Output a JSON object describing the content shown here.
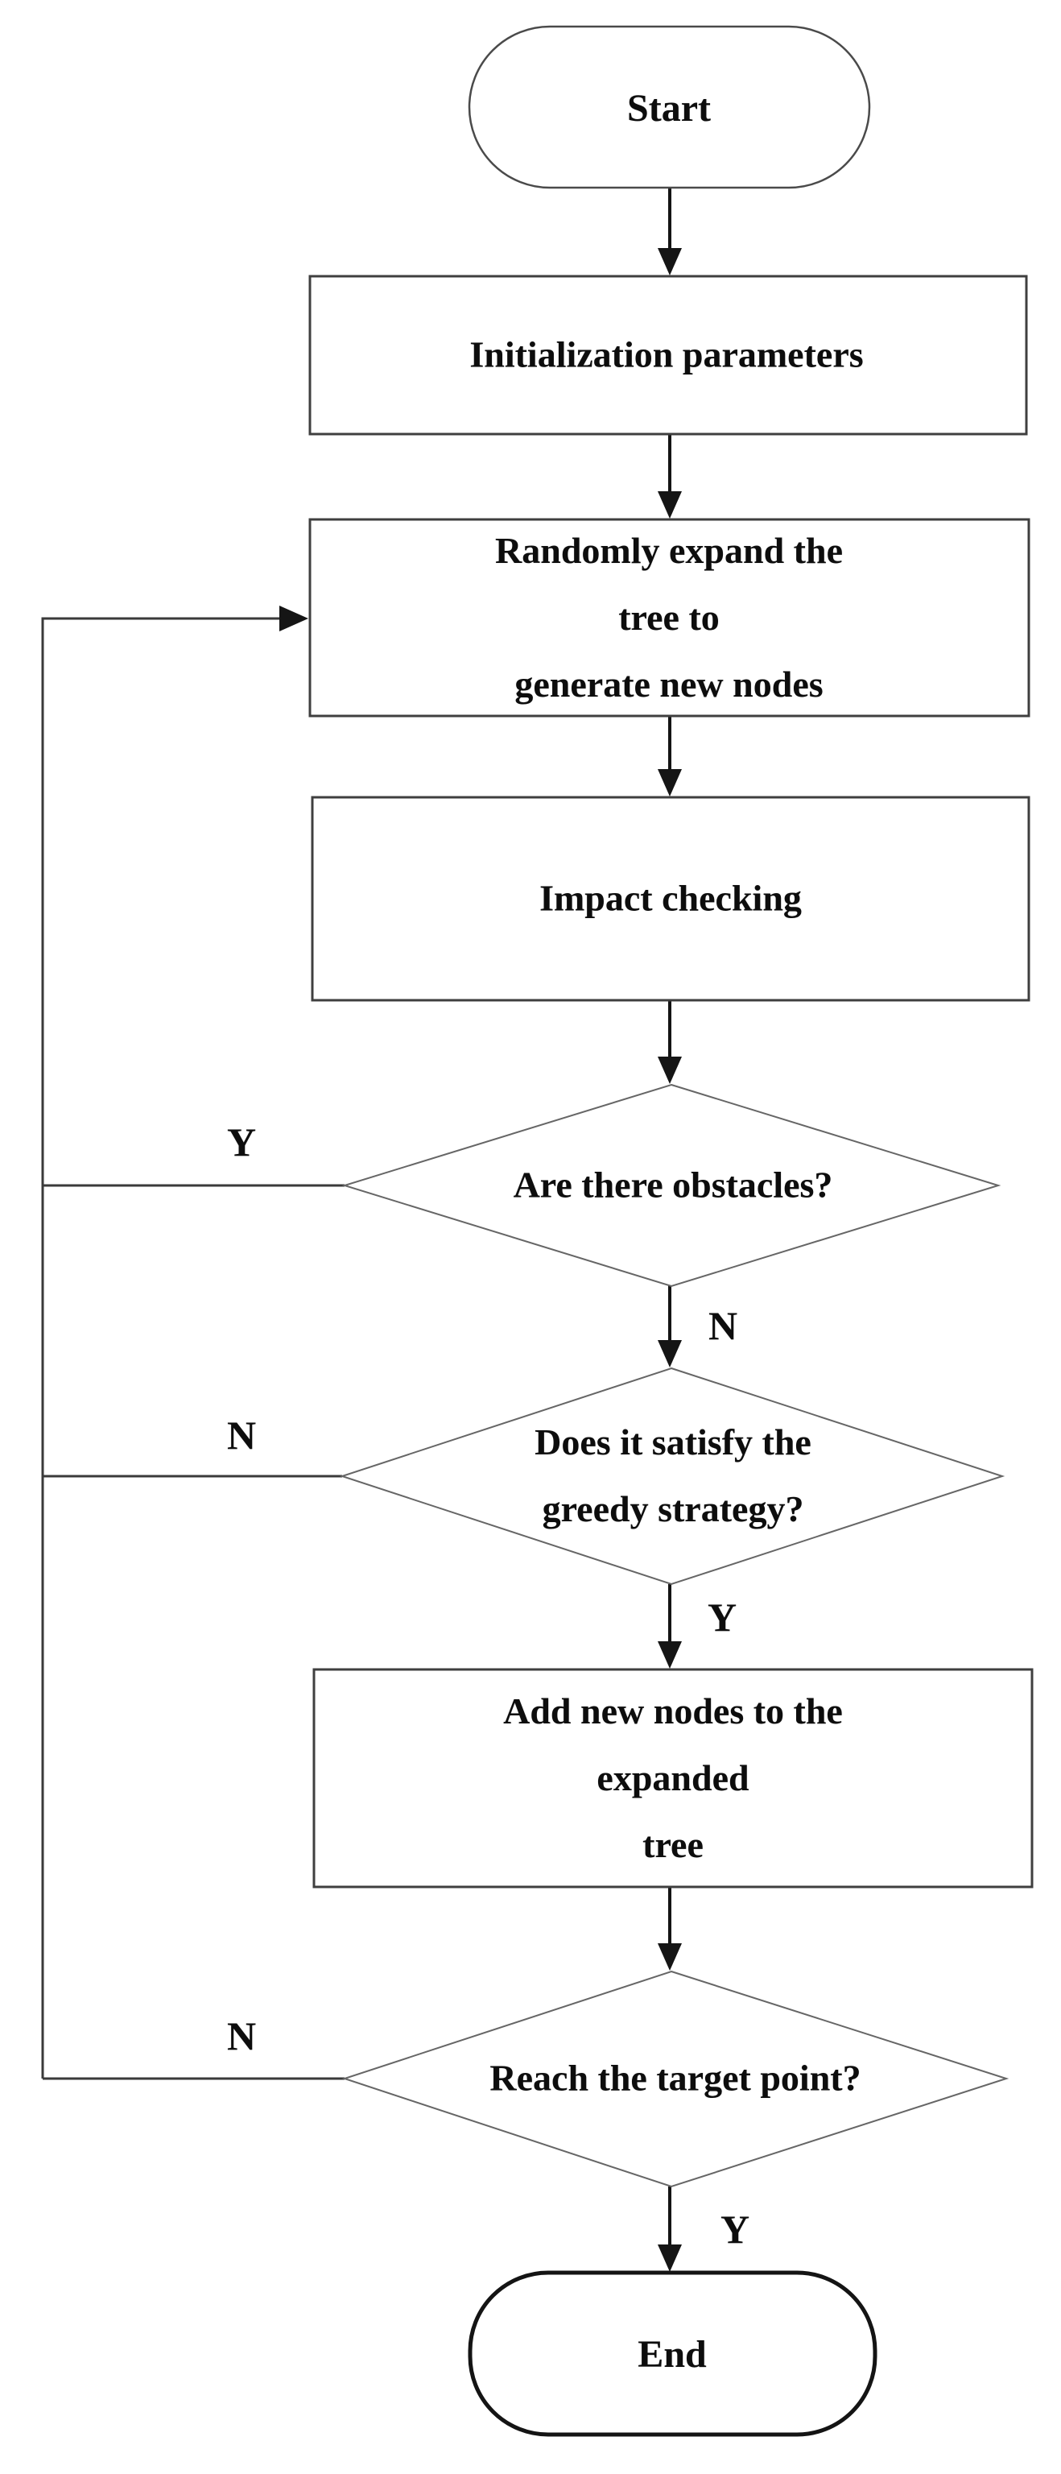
{
  "colors": {
    "background": "#ffffff",
    "box_stroke": "#3f3f3f",
    "diamond_stroke": "#666666",
    "arrow": "#151515",
    "feedback_line": "#3a3a3a",
    "text": "#0d0d0d"
  },
  "flowchart": {
    "start": {
      "label": "Start"
    },
    "init": {
      "label": "Initialization parameters"
    },
    "expand": {
      "label": "Randomly expand the tree to\ngenerate new nodes"
    },
    "impact": {
      "label": "Impact checking"
    },
    "obstacles": {
      "label": "Are there obstacles?",
      "branch_left": "Y",
      "branch_down": "N"
    },
    "greedy": {
      "label": "Does it satisfy the\ngreedy strategy?",
      "branch_left": "N",
      "branch_down": "Y"
    },
    "add_nodes": {
      "label": "Add new nodes to the expanded\ntree"
    },
    "target": {
      "label": "Reach the target point?",
      "branch_left": "N",
      "branch_down": "Y"
    },
    "end": {
      "label": "End"
    }
  }
}
